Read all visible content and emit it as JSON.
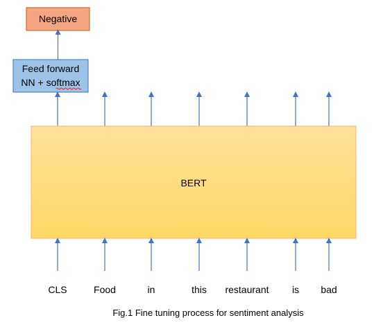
{
  "output_box": {
    "label": "Negative",
    "fill": "#f4a582",
    "stroke": "#c55a11"
  },
  "classifier_box": {
    "line1": "Feed forward",
    "line2": "NN + softmax",
    "fill": "#9dc3e6",
    "stroke": "#2e75b6"
  },
  "bert_box": {
    "label": "BERT",
    "fill_top": "#ffe19a",
    "fill_bottom": "#ffd966",
    "stroke": "#f4b183"
  },
  "tokens": [
    "CLS",
    "Food",
    "in",
    "this",
    "restaurant",
    "is",
    "bad"
  ],
  "caption": "Fig.1 Fine tuning process for sentiment analysis",
  "arrow_color": "#4472c4"
}
